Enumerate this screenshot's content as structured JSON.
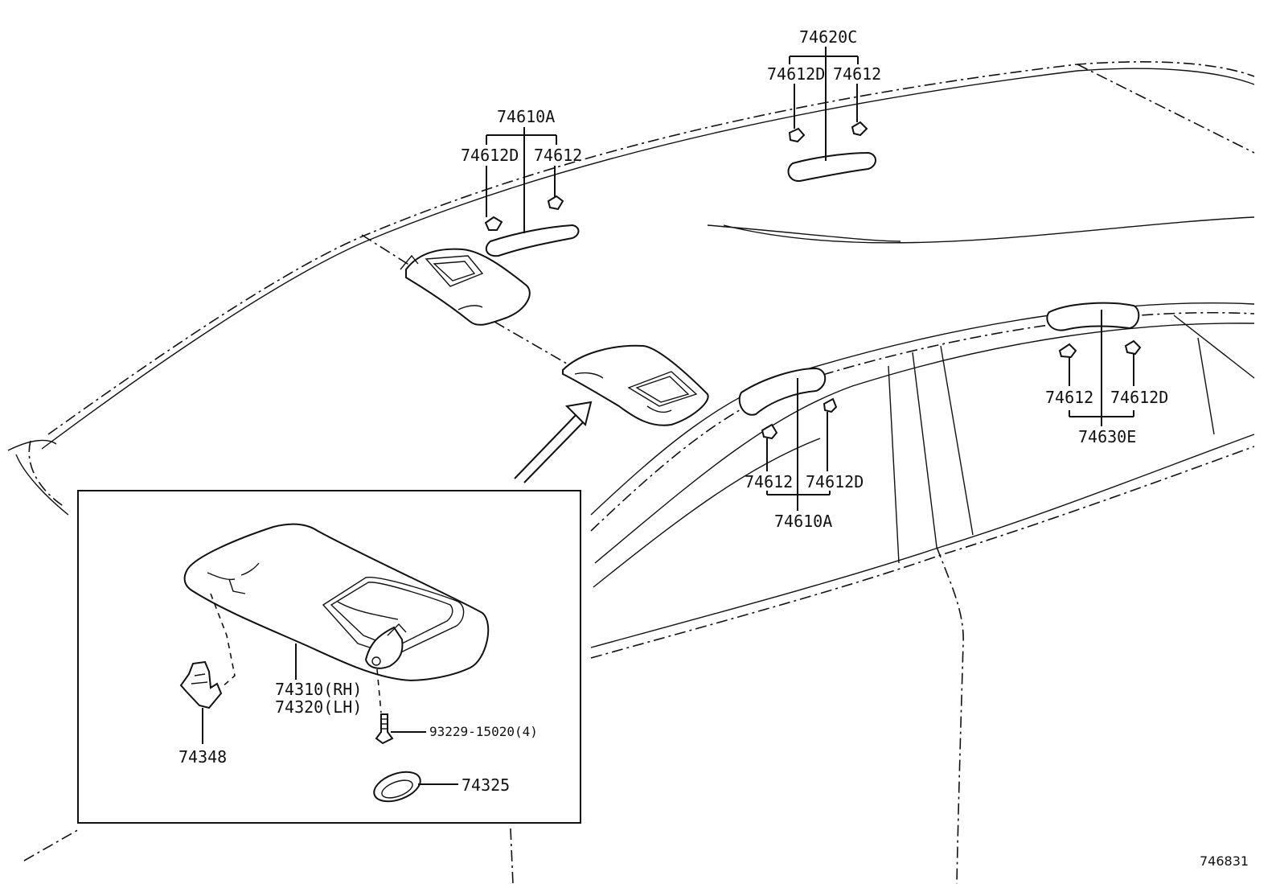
{
  "diagram": {
    "labels": {
      "grip_rear_top": "74620C",
      "grip_rear_top_clip_d": "74612D",
      "grip_rear_top_clip": "74612",
      "grip_front_top": "74610A",
      "grip_front_top_clip_d": "74612D",
      "grip_front_top_clip": "74612",
      "grip_side_clip": "74612",
      "grip_side_clip_d": "74612D",
      "grip_side": "74610A",
      "grip_rear_side_clip": "74612",
      "grip_rear_side_clip_d": "74612D",
      "grip_rear_side": "74630E",
      "visor_rh": "74310(RH)",
      "visor_lh": "74320(LH)",
      "visor_holder": "74348",
      "visor_screw": "93229-15020(4)",
      "visor_cover": "74325",
      "diagram_code": "746831"
    }
  }
}
